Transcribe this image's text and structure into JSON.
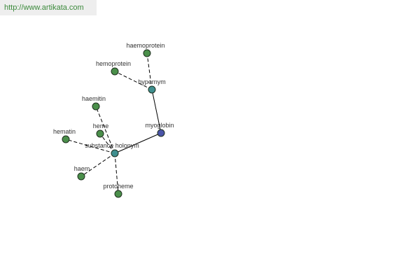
{
  "header": {
    "url": "http://www.artikata.com"
  },
  "diagram": {
    "center": {
      "label": "myoglobin",
      "color": "#4a54a8"
    },
    "relations": [
      {
        "label": "hypernym",
        "color": "#3f8f8f"
      },
      {
        "label": "substance holonym",
        "color": "#3f8f8f"
      }
    ],
    "terms": [
      {
        "label": "haemoprotein",
        "color": "#4a8f4a"
      },
      {
        "label": "hemoprotein",
        "color": "#4a8f4a"
      },
      {
        "label": "haemitin",
        "color": "#4a8f4a"
      },
      {
        "label": "heme",
        "color": "#4a8f4a"
      },
      {
        "label": "hematin",
        "color": "#4a8f4a"
      },
      {
        "label": "haem",
        "color": "#4a8f4a"
      },
      {
        "label": "protoheme",
        "color": "#4a8f4a"
      }
    ]
  }
}
